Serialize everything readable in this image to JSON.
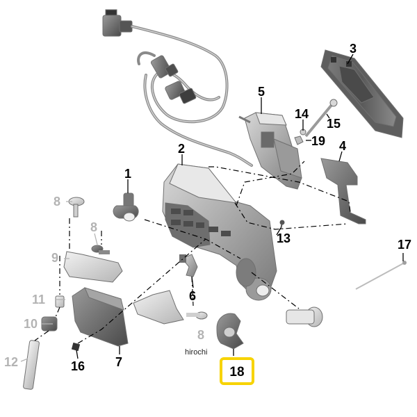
{
  "diagram": {
    "watermark": "hirochi",
    "colors": {
      "part_dark": "#5f5f5f",
      "part_mid": "#8e8e8e",
      "part_light": "#c8c8c8",
      "highlight_box": "#f7d300",
      "callout_dim": "#b3b3b3"
    },
    "callouts": {
      "c1": "1",
      "c2": "2",
      "c3": "3",
      "c4": "4",
      "c5": "5",
      "c6": "6",
      "c7": "7",
      "c8a": "8",
      "c8b": "8",
      "c8c": "8",
      "c9": "9",
      "c10": "10",
      "c11": "11",
      "c12": "12",
      "c13": "13",
      "c14": "14",
      "c15": "15",
      "c16": "16",
      "c17": "17",
      "c18": "18",
      "c19": "19"
    }
  }
}
